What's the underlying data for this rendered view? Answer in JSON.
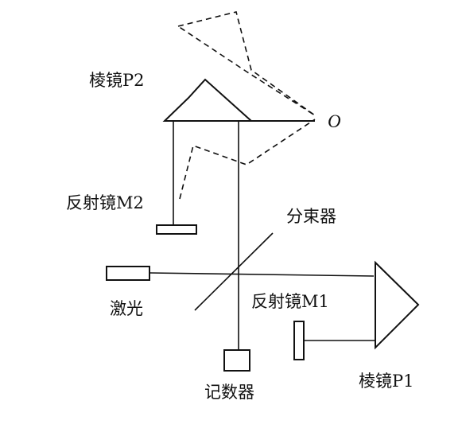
{
  "labels": {
    "prism_p2": "棱镜P2",
    "point_o": "O",
    "mirror_m2": "反射镜M2",
    "beam_splitter": "分束器",
    "laser": "激光",
    "mirror_m1": "反射镜M1",
    "counter": "记数器",
    "prism_p1": "棱镜P1"
  }
}
